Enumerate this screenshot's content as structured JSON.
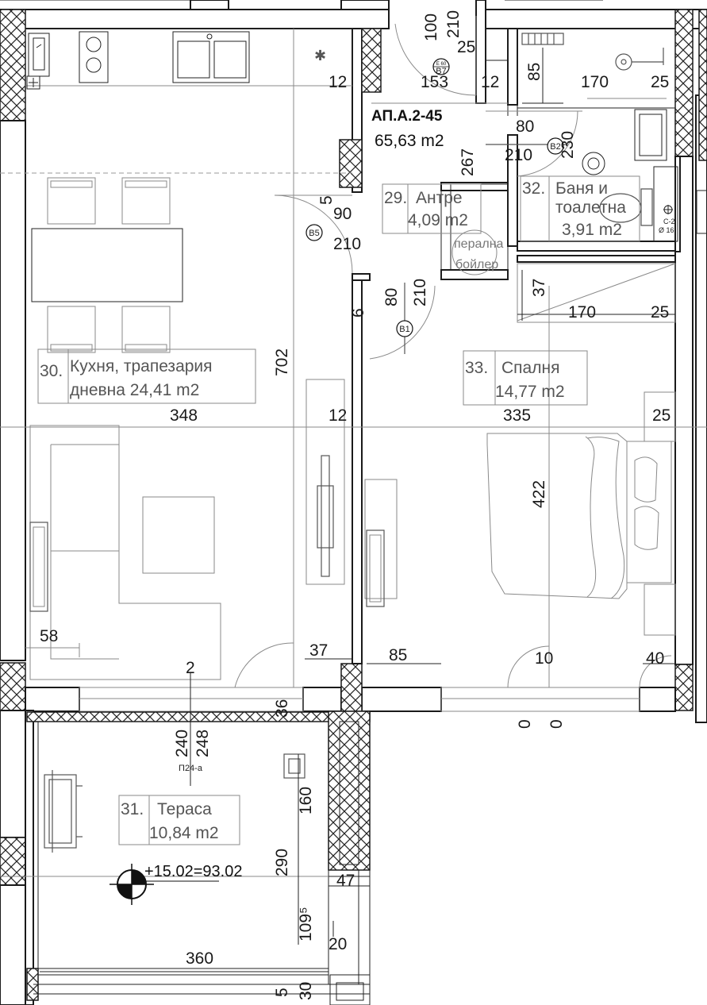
{
  "apartment": {
    "code": "АП.А.2-45",
    "area": "65,63 m2"
  },
  "rooms": [
    {
      "num": "30.",
      "line1": "Кухня, трапезария",
      "line2": "дневна  24,41 m2"
    },
    {
      "num": "29.",
      "line1": "Антре",
      "line2": "4,09 m2"
    },
    {
      "num": "32.",
      "line1": "Баня и",
      "line2": "тоалетна",
      "line3": "3,91 m2"
    },
    {
      "num": "33.",
      "line1": "Спалня",
      "line2": "14,77 m2"
    },
    {
      "num": "31.",
      "line1": "Тераса",
      "line2": "10,84 m2"
    }
  ],
  "closet": {
    "line1": "перална",
    "line2": "бойлер"
  },
  "doors": [
    "B1",
    "B2",
    "B5",
    "B7",
    "П24-а"
  ],
  "door_tag_b7_top": "Е 60",
  "level_mark": "+15.02=93.02",
  "small_labels": {
    "c2": "C-2",
    "d16": "Ø 16"
  },
  "dimensions": {
    "d100": "100",
    "d210a": "210",
    "d25a": "25",
    "d12a": "12",
    "d153": "153",
    "d12b": "12",
    "d85a": "85",
    "d170a": "170",
    "d25b": "25",
    "d80a": "80",
    "d230": "230",
    "d267": "267",
    "d210b": "210",
    "d5": "5",
    "d90": "90",
    "d210c": "210",
    "d80b": "80",
    "d210d": "210",
    "d6": "6",
    "d37a": "37",
    "d170b": "170",
    "d25c": "25",
    "d702": "702",
    "d348": "348",
    "d12c": "12",
    "d335": "335",
    "d25d": "25",
    "d422": "422",
    "d58": "58",
    "d2": "2",
    "d37b": "37",
    "d85b": "85",
    "d10": "10",
    "d40": "40",
    "d36": "36",
    "d240": "240",
    "d248": "248",
    "d160": "160",
    "d290": "290",
    "d47": "47",
    "d109": "109⁵",
    "d20": "20",
    "d360": "360",
    "d30": "30",
    "d5b": "5",
    "d0a": "0",
    "d0b": "0"
  }
}
